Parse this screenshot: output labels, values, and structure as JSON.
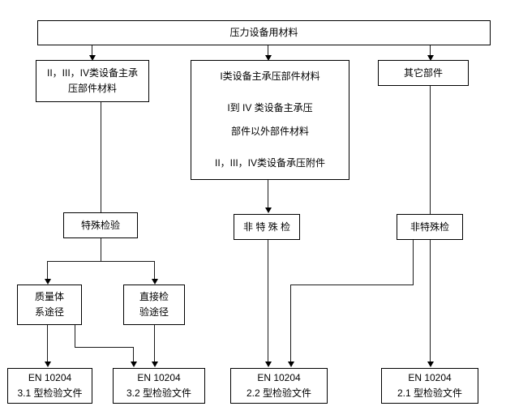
{
  "diagram": {
    "title_node": {
      "label": "压力设备用材料"
    },
    "tier1": [
      {
        "id": "cat-a",
        "lines": [
          "II，III，IV类设备主承",
          "压部件材料"
        ]
      },
      {
        "id": "cat-b",
        "lines": [
          "I类设备主承压部件材料",
          "I到 IV 类设备主承压",
          "部件以外部件材料",
          "II，III，IV类设备承压附件"
        ]
      },
      {
        "id": "cat-c",
        "lines": [
          "其它部件"
        ]
      }
    ],
    "tier2": [
      {
        "id": "special",
        "lines": [
          "特殊检验"
        ]
      },
      {
        "id": "nonspecial-1",
        "lines": [
          "非 特 殊 检"
        ]
      },
      {
        "id": "nonspecial-2",
        "lines": [
          "非特殊检"
        ]
      }
    ],
    "tier3": [
      {
        "id": "quality-system",
        "lines": [
          "质量体",
          "系途径"
        ]
      },
      {
        "id": "direct-inspection",
        "lines": [
          "直接检",
          "验途径"
        ]
      }
    ],
    "tier4": [
      {
        "id": "en-3-1",
        "lines": [
          "EN 10204",
          "3.1 型检验文件"
        ]
      },
      {
        "id": "en-3-2",
        "lines": [
          "EN 10204",
          "3.2 型检验文件"
        ]
      },
      {
        "id": "en-2-2",
        "lines": [
          "EN 10204",
          "2.2 型检验文件"
        ]
      },
      {
        "id": "en-2-1",
        "lines": [
          "EN 10204",
          "2.1 型检验文件"
        ]
      }
    ],
    "colors": {
      "stroke": "#000000",
      "fill": "#ffffff",
      "text": "#000000"
    }
  }
}
